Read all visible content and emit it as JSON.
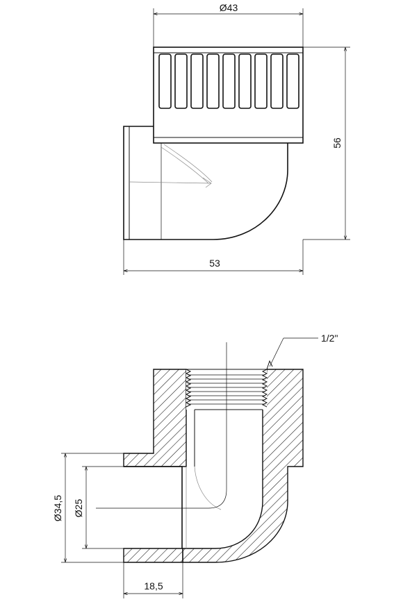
{
  "top_view": {
    "dim_width_top": "Ø43",
    "dim_height_right": "56",
    "dim_width_bottom": "53"
  },
  "section_view": {
    "thread_label": "1/2\"",
    "dim_outer_diameter": "Ø34,5",
    "dim_inner_diameter": "Ø25",
    "dim_socket_depth": "18,5"
  },
  "colors": {
    "line": "#111111",
    "background": "#ffffff"
  }
}
